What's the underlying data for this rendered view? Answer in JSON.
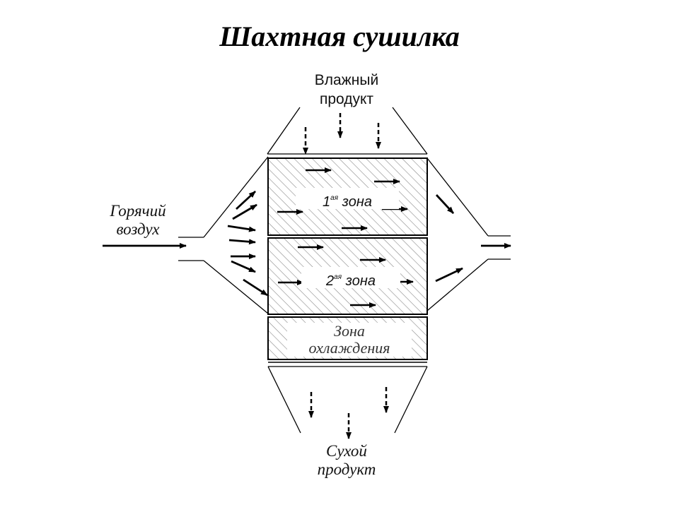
{
  "title": "Шахтная сушилка",
  "labels": {
    "wet_product_line1": "Влажный",
    "wet_product_line2": "продукт",
    "hot_air_line1": "Горячий",
    "hot_air_line2": "воздух",
    "zone1_number": "1",
    "zone1_suffix": "ая",
    "zone1_word": "зона",
    "zone2_number": "2",
    "zone2_suffix": "ая",
    "zone2_word": "зона",
    "cooling_line1": "Зона",
    "cooling_line2": "охлаждения",
    "dry_product_line1": "Сухой",
    "dry_product_line2": "продукт"
  },
  "colors": {
    "line": "#000000",
    "hatch": "#8a8a8a"
  }
}
